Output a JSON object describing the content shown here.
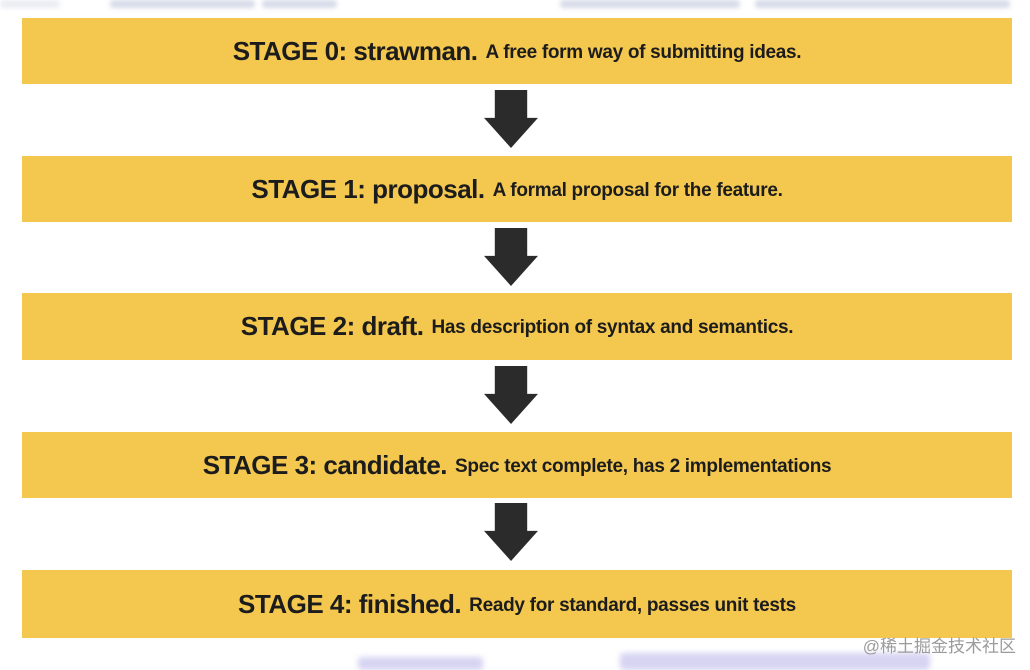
{
  "diagram": {
    "stages": [
      {
        "heading": "STAGE 0: strawman.",
        "description": "A free form way of submitting ideas."
      },
      {
        "heading": "STAGE 1: proposal.",
        "description": "A formal proposal for the feature."
      },
      {
        "heading": "STAGE 2: draft.",
        "description": "Has description of syntax and semantics."
      },
      {
        "heading": "STAGE 3: candidate.",
        "description": "Spec text complete, has 2 implementations"
      },
      {
        "heading": "STAGE 4: finished.",
        "description": "Ready for standard, passes unit tests"
      }
    ],
    "arrow_count": 4,
    "colors": {
      "banner_background": "#F4C84F",
      "arrow": "#2B2B2B",
      "text": "#1C1C1C",
      "watermark": "#9B9B9B",
      "page_background": "#FFFFFF"
    },
    "watermark": "@稀土掘金技术社区"
  }
}
